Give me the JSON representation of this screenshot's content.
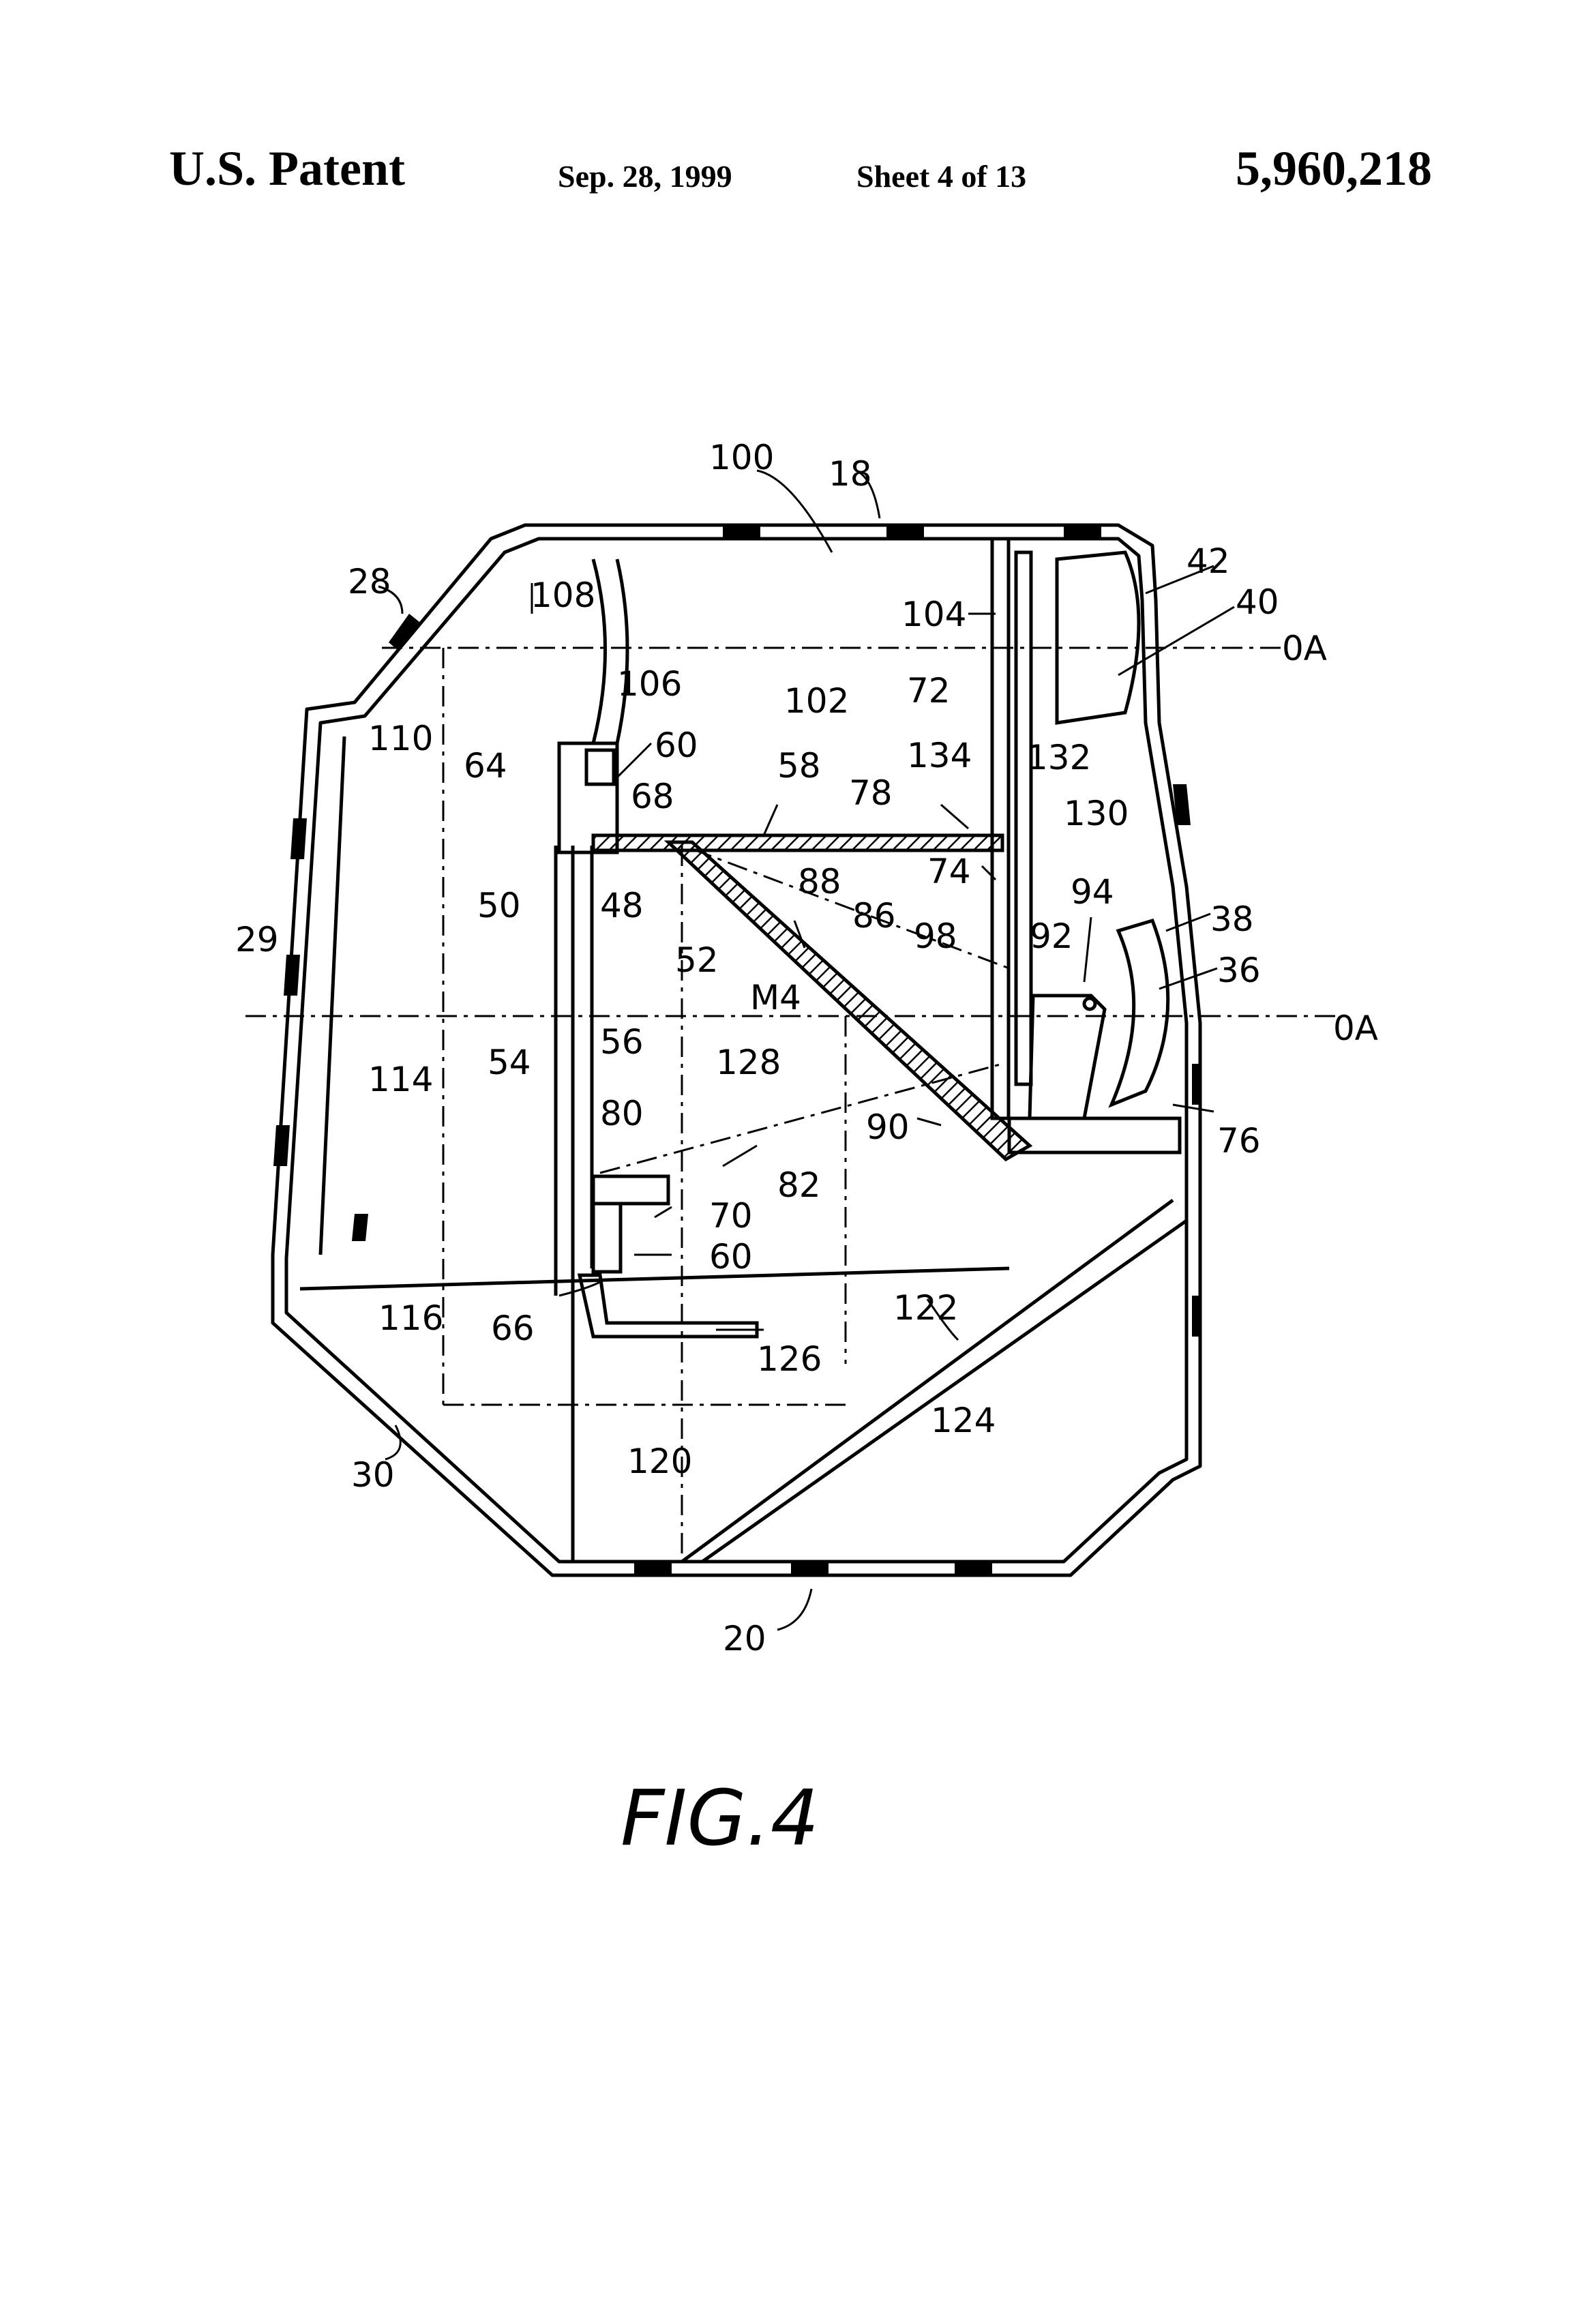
{
  "header": {
    "left": "U.S. Patent",
    "date": "Sep. 28, 1999",
    "sheet": "Sheet 4 of 13",
    "patent_number": "5,960,218"
  },
  "figure": {
    "caption": "FIG.4",
    "labels": {
      "l100": "100",
      "l18": "18",
      "l42": "42",
      "l40": "40",
      "l28": "28",
      "l108": "108",
      "l104": "104",
      "l0a_top": "0A",
      "l110": "110",
      "l106": "106",
      "l102": "102",
      "l72": "72",
      "l64": "64",
      "l60a": "60",
      "l58": "58",
      "l78": "78",
      "l134": "134",
      "l132": "132",
      "l68": "68",
      "l130": "130",
      "l50": "50",
      "l48": "48",
      "l74": "74",
      "l88": "88",
      "l94": "94",
      "l38": "38",
      "l29": "29",
      "l86": "86",
      "l98": "98",
      "l92": "92",
      "l36": "36",
      "l52": "52",
      "lm4": "M4",
      "l0a_mid": "0A",
      "l54": "54",
      "l56": "56",
      "l128": "128",
      "l114": "114",
      "l80": "80",
      "l90": "90",
      "l76": "76",
      "l82": "82",
      "l70": "70",
      "l60b": "60",
      "l66": "66",
      "l116": "116",
      "l122": "122",
      "l126": "126",
      "l124": "124",
      "l30": "30",
      "l120": "120",
      "l20": "20"
    }
  }
}
